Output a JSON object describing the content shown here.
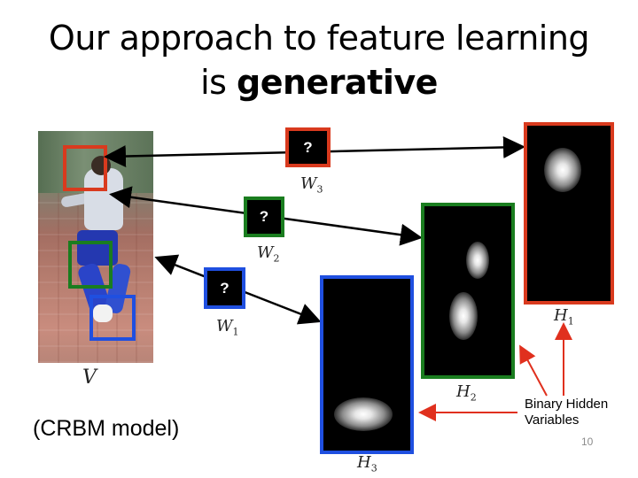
{
  "title": {
    "line1": "Our approach to feature learning",
    "line2_prefix": "is ",
    "line2_bold": "generative"
  },
  "layers": {
    "w3": {
      "query": "?",
      "label": "W",
      "sub": "3"
    },
    "w2": {
      "query": "?",
      "label": "W",
      "sub": "2"
    },
    "w1": {
      "query": "?",
      "label": "W",
      "sub": "1"
    }
  },
  "maps": {
    "h1": {
      "label": "H",
      "sub": "1"
    },
    "h2": {
      "label": "H",
      "sub": "2"
    },
    "h3": {
      "label": "H",
      "sub": "3"
    }
  },
  "input_label": "V",
  "model_caption": "(CRBM model)",
  "annotation": {
    "line1": "Binary Hidden",
    "line2": "Variables"
  },
  "page_number": "10",
  "colors": {
    "red": "#d93a1e",
    "green": "#1a7d1f",
    "blue": "#1f4fe0",
    "annotation_arrow": "#e0301e"
  }
}
